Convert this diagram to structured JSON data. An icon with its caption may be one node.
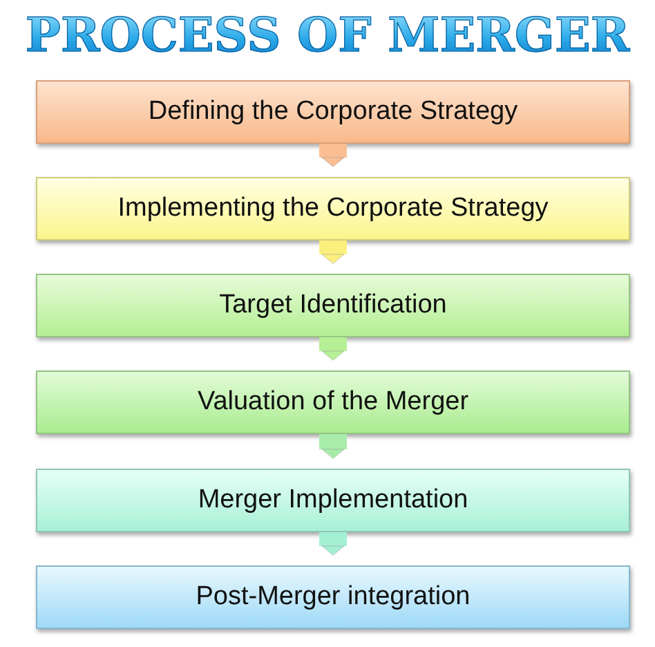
{
  "diagram": {
    "title": "PROCESS OF MERGER",
    "nodes": [
      {
        "text": [
          "Defining the Corporate Strategy"
        ]
      },
      {
        "text": [
          "Implementing the Corporate Strategy"
        ]
      },
      {
        "text": [
          "Target Identification"
        ]
      },
      {
        "text": [
          "Valuation of the Merger"
        ]
      },
      {
        "text": [
          "Merger Implementation"
        ]
      },
      {
        "text": [
          "Post-Merger integration"
        ]
      }
    ],
    "edges": [
      {
        "from": 0,
        "to": 1,
        "arrow": "to"
      },
      {
        "from": 1,
        "to": 2,
        "arrow": "to"
      },
      {
        "from": 2,
        "to": 3,
        "arrow": "to"
      },
      {
        "from": 3,
        "to": 4,
        "arrow": "to"
      },
      {
        "from": 4,
        "to": 5,
        "arrow": "to"
      }
    ]
  }
}
